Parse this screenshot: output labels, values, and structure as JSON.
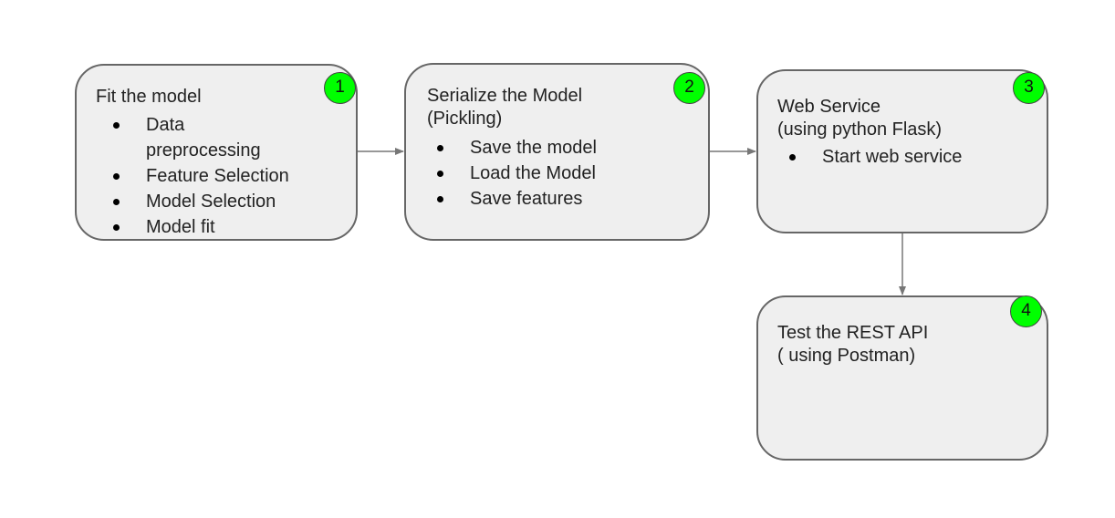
{
  "colors": {
    "box_fill": "#efefef",
    "box_border": "#666666",
    "badge_fill": "#00ff00",
    "connector": "#777777"
  },
  "steps": [
    {
      "number": "1",
      "title": "Fit the model",
      "bullets": [
        "Data preprocessing",
        "Feature Selection",
        "Model Selection",
        "Model fit"
      ]
    },
    {
      "number": "2",
      "title": "Serialize the Model\n(Pickling)",
      "bullets": [
        "Save the model",
        "Load the Model",
        "Save features"
      ]
    },
    {
      "number": "3",
      "title": "Web Service\n(using python Flask)",
      "bullets": [
        "Start web service"
      ]
    },
    {
      "number": "4",
      "title": "Test the REST API\n( using Postman)",
      "bullets": []
    }
  ],
  "connectors": [
    {
      "from": "1",
      "to": "2"
    },
    {
      "from": "2",
      "to": "3"
    },
    {
      "from": "3",
      "to": "4"
    }
  ]
}
